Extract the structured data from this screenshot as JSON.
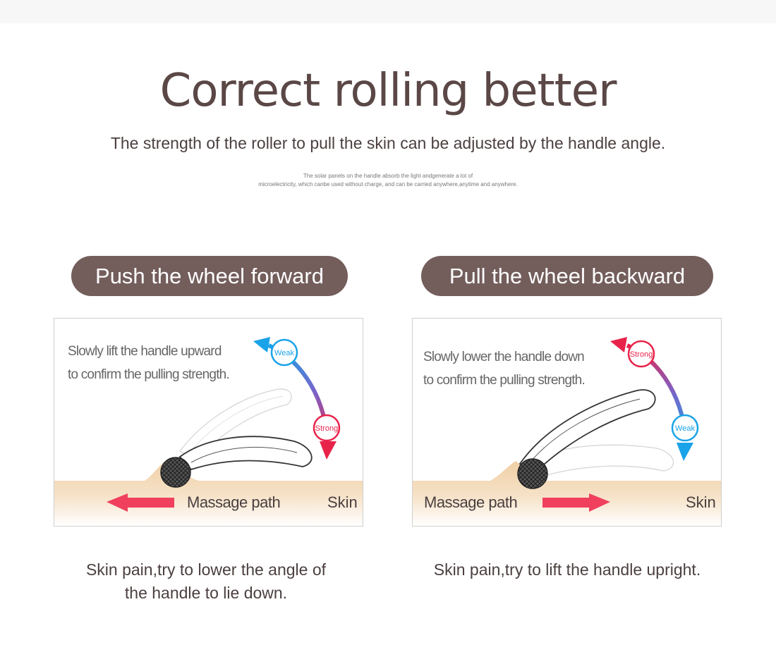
{
  "header": {
    "title": "Correct rolling better",
    "subtitle": "The strength of the roller to pull the skin can be adjusted by the handle angle.",
    "fine_print": [
      "The solar panels on the handle absorb the light andgenerate a lot of",
      "microelectricity, which canbe used without charge, and can be carried anywhere,anytime and anywhere."
    ]
  },
  "left": {
    "heading": "Push the wheel forward",
    "instruction": [
      "Slowly lift the handle upward",
      "to confirm the pulling strength."
    ],
    "badge_top": "Weak",
    "badge_bottom": "Strong",
    "path_label": "Massage path",
    "skin_label": "Skin",
    "tip": [
      "Skin pain,try to lower the angle of",
      "the handle to lie down."
    ]
  },
  "right": {
    "heading": "Pull the wheel backward",
    "instruction": [
      "Slowly lower the handle down",
      "to confirm the pulling strength."
    ],
    "badge_top": "Strong",
    "badge_bottom": "Weak",
    "path_label": "Massage path",
    "skin_label": "Skin",
    "tip": [
      "Skin pain,try to lift the handle upright."
    ]
  },
  "colors": {
    "title": "#5a4746",
    "pill": "#735e5c",
    "weak": "#1aa3e8",
    "strong": "#e8234a",
    "path_arrow": "#f0405e",
    "skin": "#f2d6b3"
  }
}
